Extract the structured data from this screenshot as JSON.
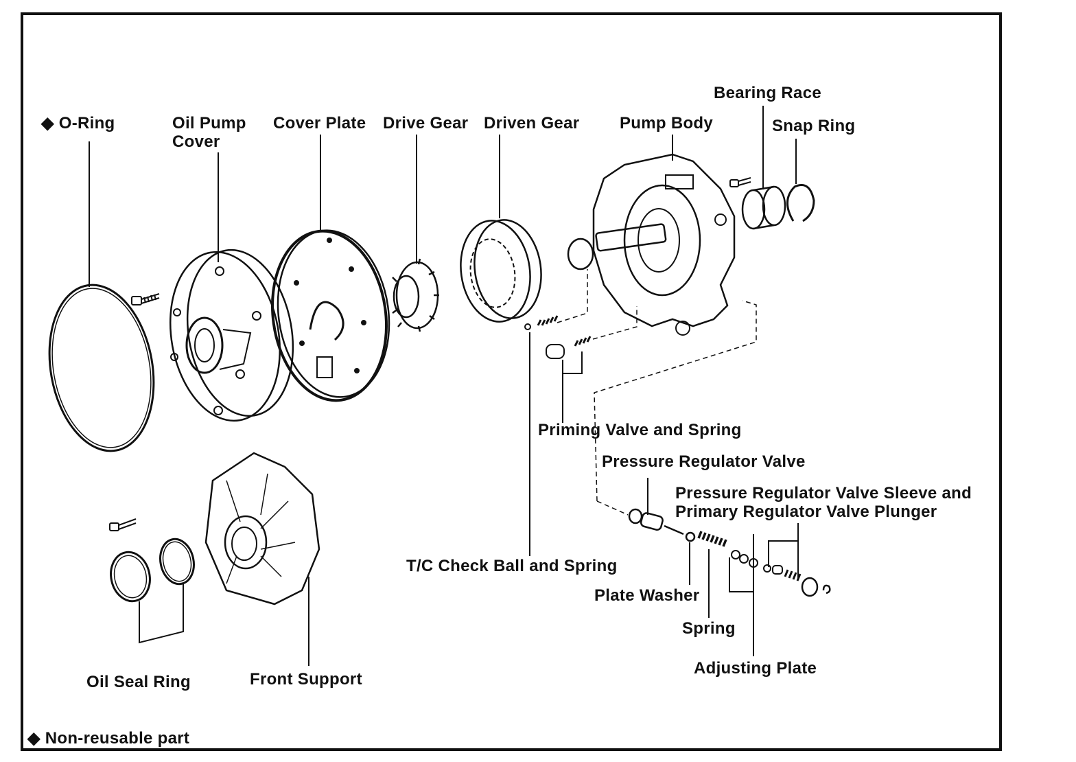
{
  "labels": {
    "o_ring": "◆ O-Ring",
    "oil_pump_cover": "Oil Pump",
    "oil_pump_cover_2": "Cover",
    "cover_plate": "Cover Plate",
    "drive_gear": "Drive Gear",
    "driven_gear": "Driven Gear",
    "pump_body": "Pump Body",
    "bearing_race": "Bearing Race",
    "snap_ring": "Snap Ring",
    "priming_valve": "Priming Valve and Spring",
    "pressure_regulator_valve": "Pressure Regulator Valve",
    "pr_sleeve_1": "Pressure Regulator Valve Sleeve and",
    "pr_sleeve_2": "Primary Regulator Valve Plunger",
    "tc_check_ball": "T/C Check Ball and Spring",
    "plate_washer": "Plate Washer",
    "spring": "Spring",
    "adjusting_plate": "Adjusting Plate",
    "oil_seal_ring": "Oil Seal Ring",
    "front_support": "Front Support",
    "legend": "◆ Non-reusable part"
  }
}
